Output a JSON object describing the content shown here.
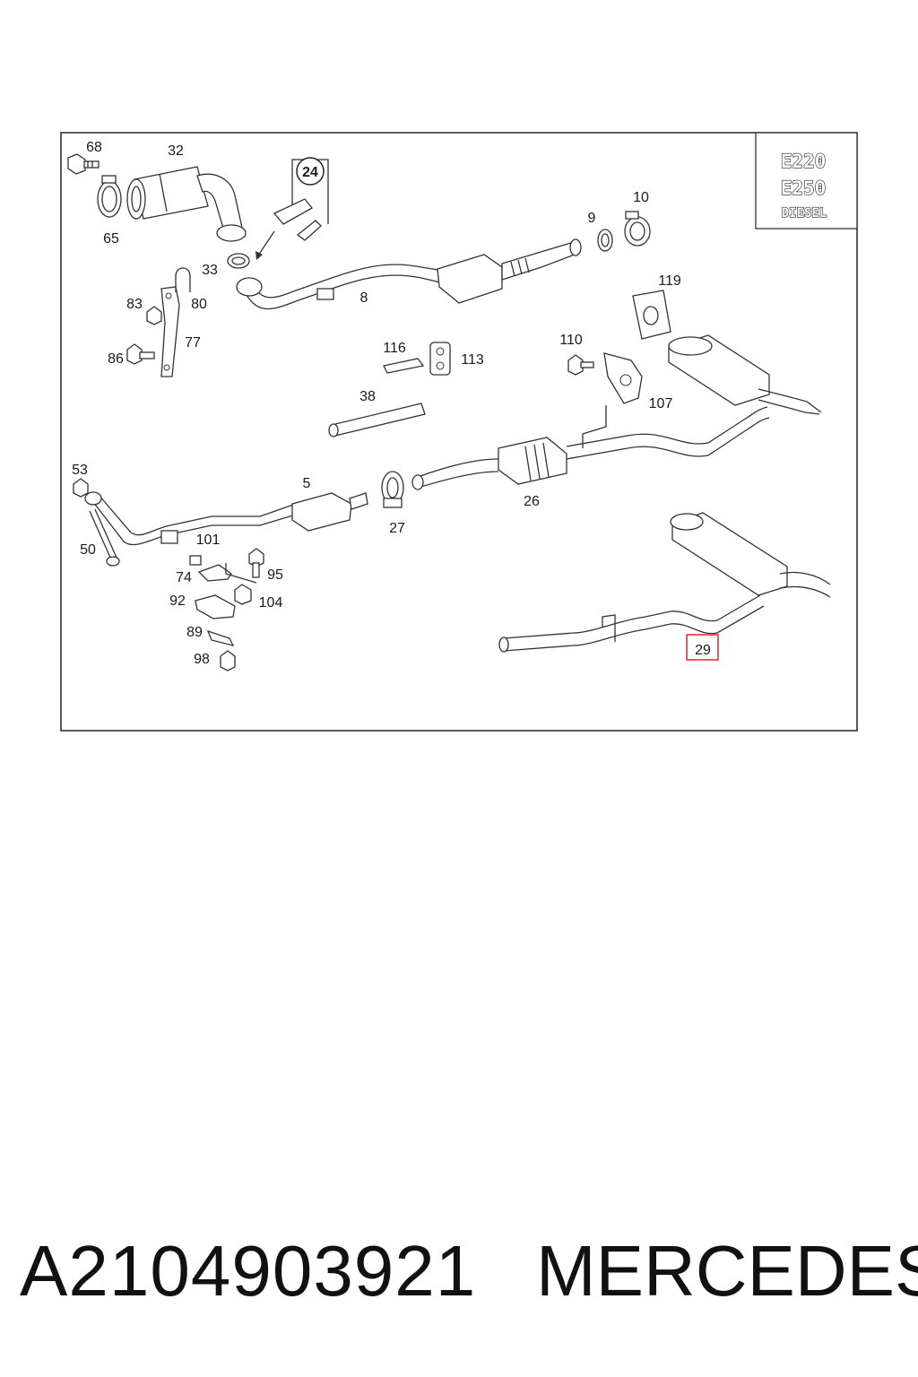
{
  "diagram": {
    "model_badge": [
      "E220",
      "E250",
      "DIESEL"
    ],
    "callouts": {
      "c68": "68",
      "c32": "32",
      "c24": "24",
      "c65": "65",
      "c33": "33",
      "c83": "83",
      "c80": "80",
      "c77": "77",
      "c86": "86",
      "c8": "8",
      "c9": "9",
      "c10": "10",
      "c119": "119",
      "c116": "116",
      "c113": "113",
      "c110": "110",
      "c107": "107",
      "c38": "38",
      "c53": "53",
      "c5": "5",
      "c27": "27",
      "c26": "26",
      "c50": "50",
      "c101": "101",
      "c74": "74",
      "c95": "95",
      "c92": "92",
      "c104": "104",
      "c89": "89",
      "c98": "98",
      "c29": "29"
    },
    "highlighted_callout": "29",
    "highlight_color": "#e0242c"
  },
  "footer": {
    "part_number": "A2104903921",
    "brand": "MERCEDES"
  }
}
